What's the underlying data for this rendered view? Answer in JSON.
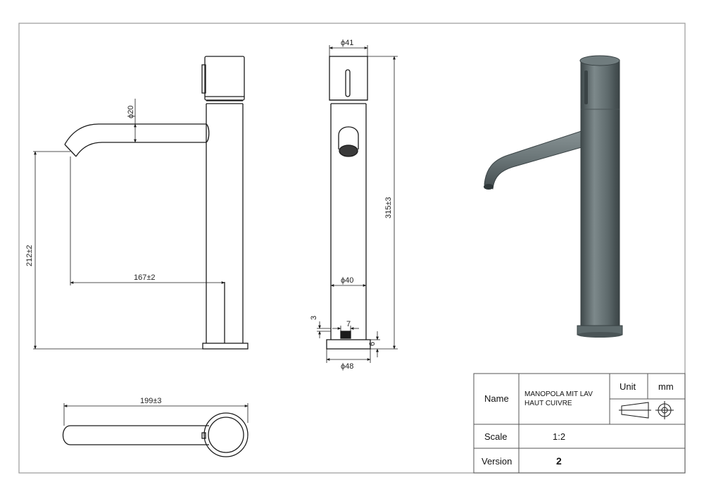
{
  "dimensions": {
    "spout_diameter": "ϕ20",
    "spout_height": "212±2",
    "spout_reach": "167±2",
    "top_diameter": "ϕ41",
    "overall_height": "315±3",
    "body_diameter": "ϕ40",
    "base_gap": "3",
    "base_width": "7",
    "base_thickness": "6",
    "base_diameter": "ϕ48",
    "overall_length": "199±3"
  },
  "title_block": {
    "name_label": "Name",
    "name_value_line1": "MANOPOLA MIT LAV",
    "name_value_line2": "HAUT CUIVRE",
    "unit_label": "Unit",
    "unit_value": "mm",
    "scale_label": "Scale",
    "scale_value": "1:2",
    "version_label": "Version",
    "version_value": "2"
  },
  "colors": {
    "line": "#1a1a1a",
    "frame": "#9a9a9a",
    "render_body": "#5e6a6c",
    "render_dark": "#3f494b",
    "render_light": "#8a9597"
  }
}
